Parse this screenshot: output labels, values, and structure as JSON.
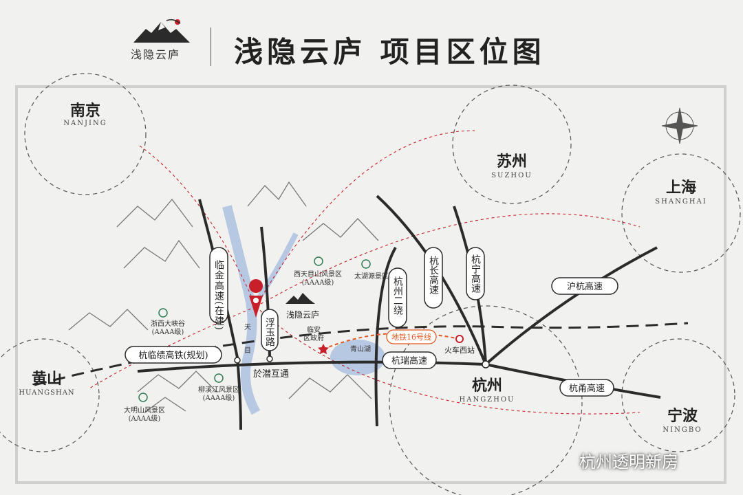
{
  "header": {
    "logo_text": "浅隐云庐",
    "title": "浅隐云庐  项目区位图"
  },
  "cities": {
    "nanjing": {
      "cn": "南京",
      "en": "NANJING"
    },
    "suzhou": {
      "cn": "苏州",
      "en": "SUZHOU"
    },
    "shanghai": {
      "cn": "上海",
      "en": "SHANGHAI"
    },
    "huangshan": {
      "cn": "黄山",
      "en": "HUANGSHAN"
    },
    "ningbo": {
      "cn": "宁波",
      "en": "NINGBO"
    },
    "hangzhou": {
      "cn": "杭州",
      "en": "HANGZHOU"
    }
  },
  "roads": {
    "linjin": "临金高速(在建)",
    "fuyu": "浮玉路",
    "tianmu": "天目",
    "hangzhou_ring2": "杭州二绕",
    "hangchang": "杭长高速",
    "hangning": "杭宁高速",
    "huhang": "沪杭高速",
    "hangrui": "杭瑞高速",
    "hangyong": "杭甬高速",
    "railway": "杭临绩高铁(规划)",
    "metro": "地铁16号线"
  },
  "places": {
    "west_tianmu": "西天目山风景区",
    "west_tianmu_grade": "(AAAA级)",
    "taihu_source": "太湖源景区",
    "zhexi_canyon": "浙西大峡谷",
    "zhexi_canyon_grade": "(AAAA级)",
    "liuxi_river": "柳溪江风景区",
    "liuxi_river_grade": "(AAAA级)",
    "daming_mountain": "大明山风景区",
    "daming_mountain_grade": "(AAAA级)",
    "linan_gov_1": "临安",
    "linan_gov_2": "区政府",
    "qingshan_lake": "青山湖",
    "yuqian_interchange": "於潜互通",
    "east_station": "火车西站",
    "project_name": "浅隐云庐"
  },
  "watermark": "杭州透明新房",
  "colors": {
    "red": "#c8202a",
    "orange": "#e2571e",
    "dark": "#2b2b2b",
    "river": "#a9bedf"
  }
}
